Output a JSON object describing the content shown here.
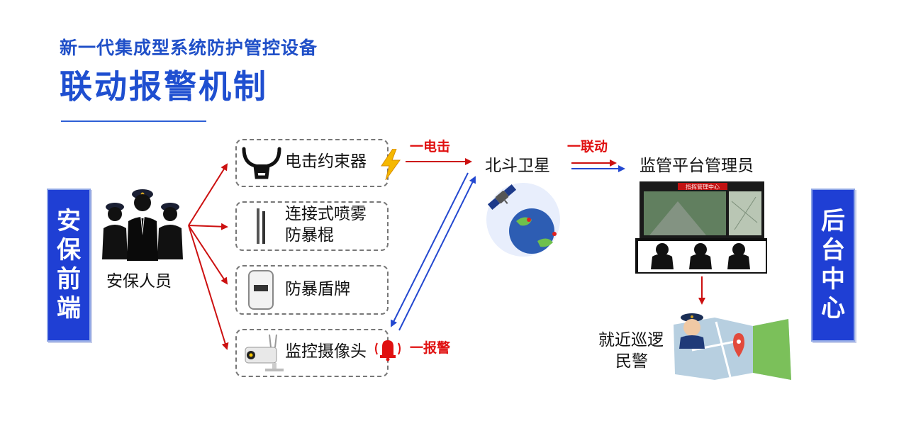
{
  "header": {
    "subtitle": "新一代集成型系统防护管控设备",
    "title": "联动报警机制"
  },
  "sides": {
    "left": [
      "安",
      "保",
      "前",
      "端"
    ],
    "right": [
      "后",
      "台",
      "中",
      "心"
    ]
  },
  "security_staff": {
    "label": "安保人员"
  },
  "devices": [
    {
      "label_line1": "电击约束器",
      "label_line2": ""
    },
    {
      "label_line1": "连接式喷雾",
      "label_line2": "防暴棍"
    },
    {
      "label_line1": "防暴盾牌",
      "label_line2": ""
    },
    {
      "label_line1": "监控摄像头",
      "label_line2": ""
    }
  ],
  "arrows": {
    "shock": "一电击",
    "linkage": "一联动",
    "alarm": "一报警"
  },
  "satellite": {
    "label": "北斗卫星"
  },
  "platform": {
    "label": "监管平台管理员",
    "screen_banner": "指挥管理中心"
  },
  "police": {
    "label_line1": "就近巡逻",
    "label_line2": "民警"
  },
  "colors": {
    "accent_blue": "#1f3fd4",
    "title_blue": "#1f4fd0",
    "arrow_red": "#cc1010",
    "arrow_blue": "#2348d0"
  }
}
